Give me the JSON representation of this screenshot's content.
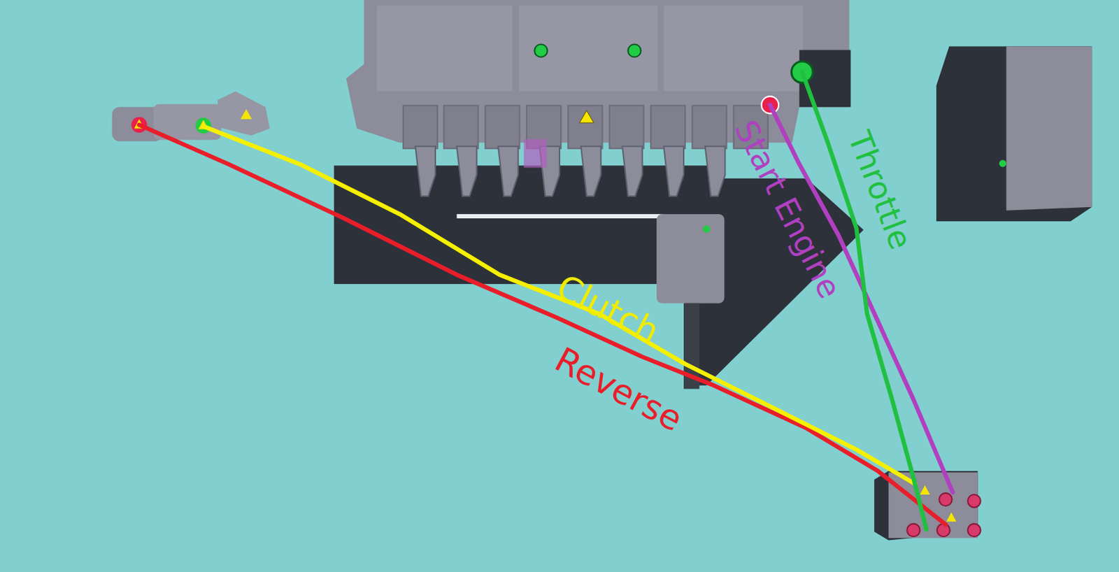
{
  "diagram": {
    "labels": [
      "Start Engine",
      "Throttle",
      "Clutch",
      "Reverse"
    ]
  }
}
